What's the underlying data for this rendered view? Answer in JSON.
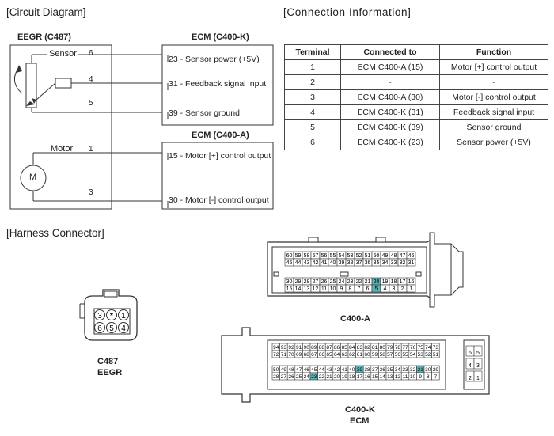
{
  "headers": {
    "circuit": "[Circuit Diagram]",
    "connection": "[Connection Information]",
    "harness": "[Harness Connector]"
  },
  "circuit": {
    "eegr_title": "EEGR (C487)",
    "ecm_k_title": "ECM (C400-K)",
    "ecm_a_title": "ECM (C400-A)",
    "sensor_label": "Sensor",
    "motor_label": "Motor",
    "motor_symbol": "M",
    "pins": [
      "6",
      "4",
      "5",
      "1",
      "3"
    ],
    "ecm_k_pins": [
      {
        "num": "23",
        "text": "- Sensor power (+5V)"
      },
      {
        "num": "31",
        "text": "- Feedback signal input"
      },
      {
        "num": "39",
        "text": "- Sensor ground"
      }
    ],
    "ecm_a_pins": [
      {
        "num": "15",
        "text": "- Motor [+] control output"
      },
      {
        "num": "30",
        "text": "- Motor [-] control output"
      }
    ]
  },
  "connection_table": {
    "headers": [
      "Terminal",
      "Connected to",
      "Function"
    ],
    "rows": [
      [
        "1",
        "ECM C400-A (15)",
        "Motor [+] control output"
      ],
      [
        "2",
        "-",
        "-"
      ],
      [
        "3",
        "ECM C400-A (30)",
        "Motor [-] control output"
      ],
      [
        "4",
        "ECM C400-K (31)",
        "Feedback signal input"
      ],
      [
        "5",
        "ECM C400-K (39)",
        "Sensor ground"
      ],
      [
        "6",
        "ECM C400-K (23)",
        "Sensor power (+5V)"
      ]
    ]
  },
  "harness": {
    "c487_top": [
      "3",
      "*",
      "1"
    ],
    "c487_bottom": [
      "6",
      "5",
      "4"
    ],
    "c487_label": "C487",
    "c487_sub": "EEGR",
    "c400a_label": "C400-A",
    "c400k_label": "C400-K",
    "c400k_sub": "ECM",
    "c400a_rows": [
      [
        "60",
        "59",
        "58",
        "57",
        "56",
        "55",
        "54",
        "53",
        "52",
        "51",
        "50",
        "49",
        "48",
        "47",
        "46"
      ],
      [
        "45",
        "44",
        "43",
        "42",
        "41",
        "40",
        "39",
        "38",
        "37",
        "36",
        "35",
        "34",
        "33",
        "32",
        "31"
      ],
      [
        "30",
        "29",
        "28",
        "27",
        "26",
        "25",
        "24",
        "23",
        "22",
        "21",
        "20",
        "19",
        "18",
        "17",
        "16"
      ],
      [
        "15",
        "14",
        "13",
        "12",
        "11",
        "10",
        "9",
        "8",
        "7",
        "6",
        "5",
        "4",
        "3",
        "2",
        "1"
      ]
    ],
    "c400a_highlight": [
      "20",
      "5"
    ],
    "c400k_rows": [
      [
        "94",
        "93",
        "92",
        "91",
        "90",
        "89",
        "88",
        "87",
        "86",
        "85",
        "84",
        "83",
        "82",
        "81",
        "80",
        "79",
        "78",
        "77",
        "76",
        "75",
        "74",
        "73"
      ],
      [
        "72",
        "71",
        "70",
        "69",
        "68",
        "67",
        "66",
        "65",
        "64",
        "63",
        "62",
        "61",
        "60",
        "59",
        "58",
        "57",
        "56",
        "55",
        "54",
        "53",
        "52",
        "51"
      ],
      [
        "50",
        "49",
        "48",
        "47",
        "46",
        "45",
        "44",
        "43",
        "42",
        "41",
        "40",
        "39",
        "38",
        "37",
        "36",
        "35",
        "34",
        "33",
        "32",
        "31",
        "30",
        "29"
      ],
      [
        "28",
        "27",
        "26",
        "25",
        "24",
        "23",
        "22",
        "21",
        "20",
        "19",
        "18",
        "17",
        "16",
        "15",
        "14",
        "13",
        "12",
        "11",
        "10",
        "9",
        "8",
        "7"
      ]
    ],
    "c400k_side": [
      [
        "6",
        "5"
      ],
      [
        "4",
        "3"
      ],
      [
        "2",
        "1"
      ]
    ],
    "c400k_highlight": [
      "39",
      "31",
      "23"
    ],
    "highlight_color": "#5fb3b8"
  }
}
